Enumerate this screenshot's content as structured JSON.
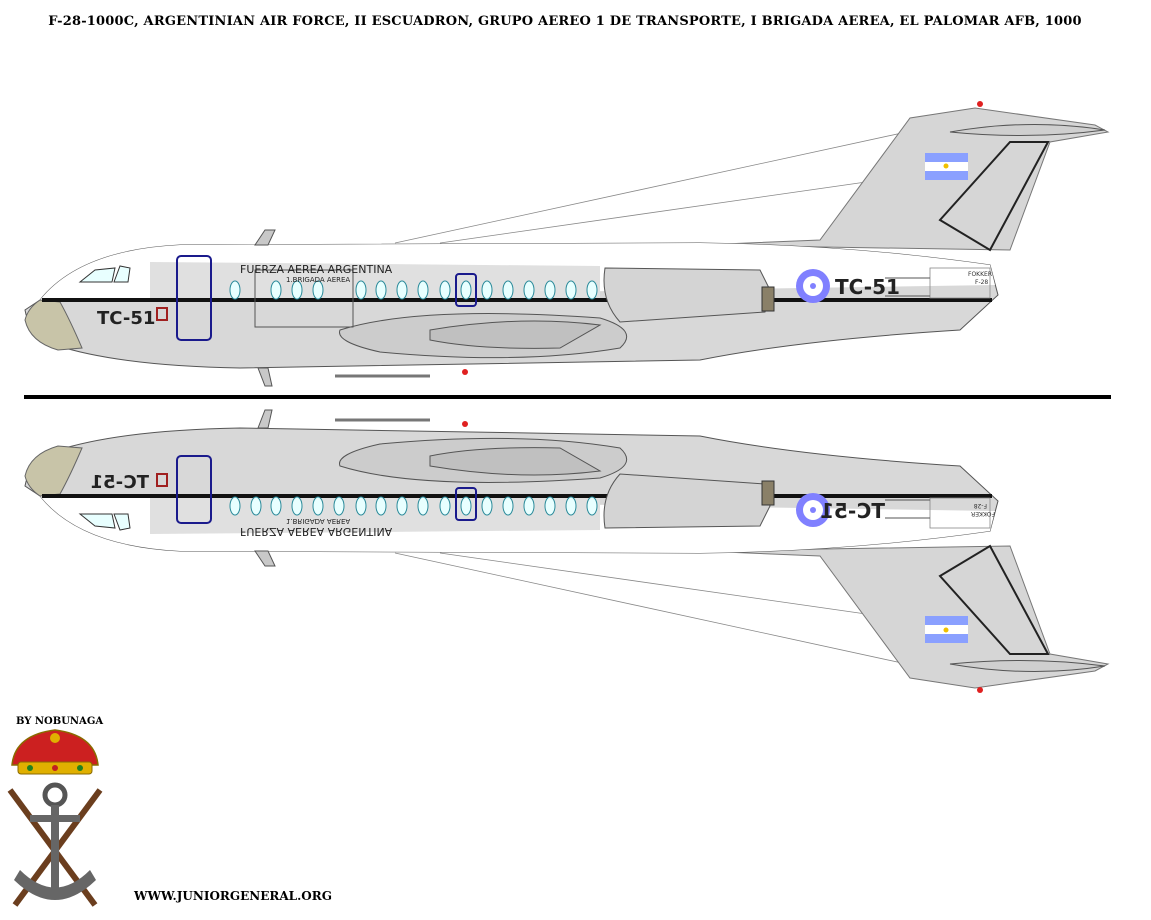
{
  "title": "F-28-1000C, ARGENTINIAN AIR FORCE, II ESCUADRON, GRUPO AEREO 1 DE TRANSPORTE, I BRIGADA AEREA, EL PALOMAR AFB, 1000",
  "credit": "BY NOBUNAGA",
  "website": "WWW.JUNIORGENERAL.ORG",
  "aircraft": {
    "serial": "TC-51",
    "fuselage_title": "FUERZA AEREA ARGENTINA",
    "fuselage_subtitle": "1.BRIGADA AEREA",
    "fin_maker": "FOKKER",
    "fin_model": "F-28"
  },
  "colors": {
    "fuselage": "#d8d8d8",
    "upper_fuselage": "#ffffff",
    "cheatline": "#111111",
    "roundel_outer": "#8080ff",
    "roundel_inner": "#ffffff",
    "flag_blue": "#8aa0ff",
    "sun": "#f0c000",
    "door_outline": "#1a1a8c",
    "nose": "#c8c4a8"
  },
  "views": [
    "left-side-view",
    "right-side-view"
  ]
}
